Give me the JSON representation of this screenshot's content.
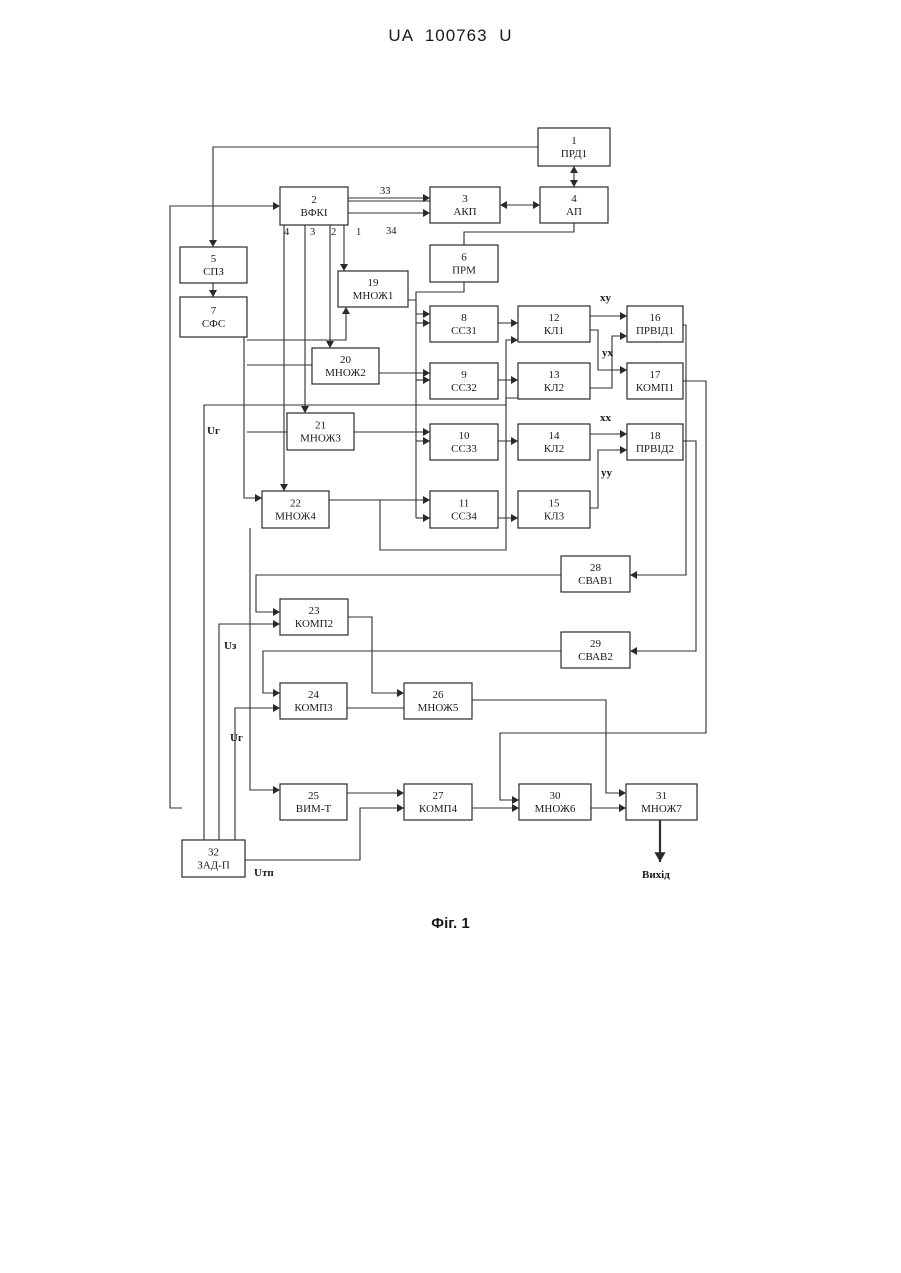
{
  "header": "UA   100763   U",
  "caption": "Фіг. 1",
  "blocks": [
    {
      "num": "1",
      "name": "ПРД1"
    },
    {
      "num": "2",
      "name": "ВФКІ"
    },
    {
      "num": "3",
      "name": "АКП"
    },
    {
      "num": "4",
      "name": "АП"
    },
    {
      "num": "5",
      "name": "СПЗ"
    },
    {
      "num": "6",
      "name": "ПРМ"
    },
    {
      "num": "7",
      "name": "СФС"
    },
    {
      "num": "8",
      "name": "ССЗ1"
    },
    {
      "num": "9",
      "name": "ССЗ2"
    },
    {
      "num": "10",
      "name": "ССЗ3"
    },
    {
      "num": "11",
      "name": "ССЗ4"
    },
    {
      "num": "12",
      "name": "КЛ1"
    },
    {
      "num": "13",
      "name": "КЛ2"
    },
    {
      "num": "14",
      "name": "КЛ2"
    },
    {
      "num": "15",
      "name": "КЛ3"
    },
    {
      "num": "16",
      "name": "ПРВІД1"
    },
    {
      "num": "17",
      "name": "КОМП1"
    },
    {
      "num": "18",
      "name": "ПРВІД2"
    },
    {
      "num": "19",
      "name": "МНОЖ1"
    },
    {
      "num": "20",
      "name": "МНОЖ2"
    },
    {
      "num": "21",
      "name": "МНОЖ3"
    },
    {
      "num": "22",
      "name": "МНОЖ4"
    },
    {
      "num": "23",
      "name": "КОМП2"
    },
    {
      "num": "24",
      "name": "КОМП3"
    },
    {
      "num": "25",
      "name": "ВИМ-Т"
    },
    {
      "num": "26",
      "name": "МНОЖ5"
    },
    {
      "num": "27",
      "name": "КОМП4"
    },
    {
      "num": "28",
      "name": "СВАВ1"
    },
    {
      "num": "29",
      "name": "СВАВ2"
    },
    {
      "num": "30",
      "name": "МНОЖ6"
    },
    {
      "num": "31",
      "name": "МНОЖ7"
    },
    {
      "num": "32",
      "name": "ЗАД-П"
    }
  ],
  "labels": {
    "out33": "33",
    "out34": "34",
    "out4": "4",
    "out3": "3",
    "out2": "2",
    "out1": "1",
    "xy": "xy",
    "yx": "yx",
    "xx": "xx",
    "yy": "yy",
    "ug1": "Uг",
    "uz": "Uз",
    "ug2": "Uг",
    "utp": "Uтп",
    "vyhid": "Вихід"
  }
}
